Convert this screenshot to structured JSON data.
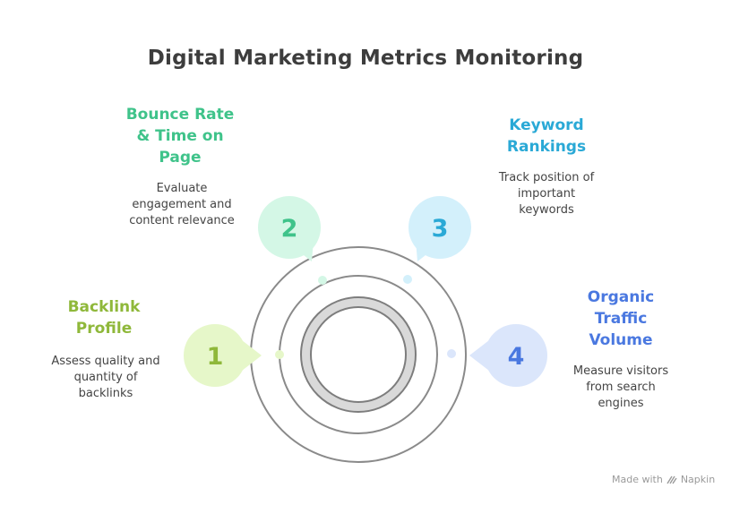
{
  "title": "Digital Marketing Metrics Monitoring",
  "items": [
    {
      "number": "1",
      "heading_lines": [
        "Backlink",
        "Profile"
      ],
      "desc_lines": [
        "Assess quality and",
        "quantity of",
        "backlinks"
      ],
      "color": "#8fb83a",
      "bubble": "#e6f7c9"
    },
    {
      "number": "2",
      "heading_lines": [
        "Bounce Rate",
        "& Time on",
        "Page"
      ],
      "desc_lines": [
        "Evaluate",
        "engagement and",
        "content relevance"
      ],
      "color": "#3fc38a",
      "bubble": "#d4f7e6"
    },
    {
      "number": "3",
      "heading_lines": [
        "Keyword",
        "Rankings"
      ],
      "desc_lines": [
        "Track position of",
        "important",
        "keywords"
      ],
      "color": "#2aa9d6",
      "bubble": "#d3f0fb"
    },
    {
      "number": "4",
      "heading_lines": [
        "Organic",
        "Traffic",
        "Volume"
      ],
      "desc_lines": [
        "Measure visitors",
        "from search",
        "engines"
      ],
      "color": "#4a78e0",
      "bubble": "#dbe6fb"
    }
  ],
  "footer": {
    "made_with": "Made with",
    "brand": "Napkin"
  }
}
